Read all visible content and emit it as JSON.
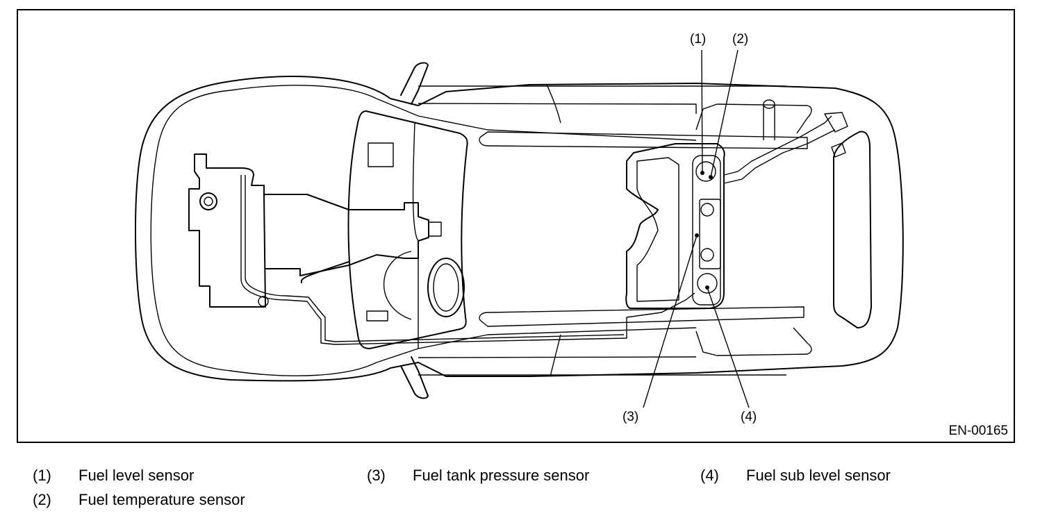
{
  "diagram": {
    "figure_id": "EN-00165",
    "callouts": [
      {
        "id": "1",
        "label": "(1)"
      },
      {
        "id": "2",
        "label": "(2)"
      },
      {
        "id": "3",
        "label": "(3)"
      },
      {
        "id": "4",
        "label": "(4)"
      }
    ],
    "subject": "Vehicle underbody view showing fuel tank sensor locations"
  },
  "legend": {
    "items": [
      {
        "num": "(1)",
        "text": "Fuel level sensor"
      },
      {
        "num": "(2)",
        "text": "Fuel temperature sensor"
      },
      {
        "num": "(3)",
        "text": "Fuel tank pressure sensor"
      },
      {
        "num": "(4)",
        "text": "Fuel sub level sensor"
      }
    ]
  }
}
